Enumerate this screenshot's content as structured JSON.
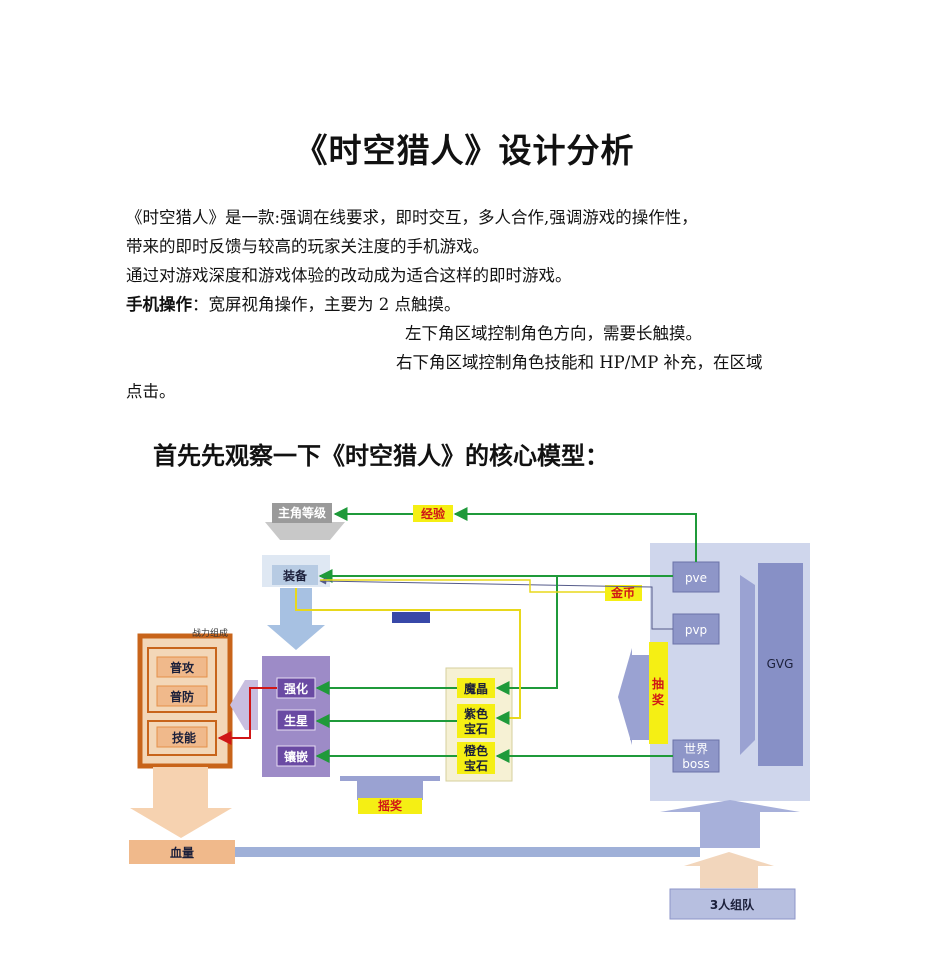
{
  "doc": {
    "title": "《时空猎人》设计分析",
    "intro_line1": "《时空猎人》是一款:强调在线要求，即时交互，多人合作,强调游戏的操作性，",
    "intro_line2": "带来的即时反馈与较高的玩家关注度的手机游戏。",
    "intro_line3": "通过对游戏深度和游戏体验的改动成为适合这样的即时游戏。",
    "ops_label": "手机操作",
    "ops_text": "：宽屏视角操作，主要为 2 点触摸。",
    "ops_left": "左下角区域控制角色方向，需要长触摸。",
    "ops_right_a": "右下角区域控制角色技能和 HP/MP 补充，在区域",
    "ops_right_b": "点击。",
    "section_heading": "首先先观察一下《时空猎人》的核心模型："
  },
  "diagram": {
    "level": "主角等级",
    "exp": "经验",
    "equip": "装备",
    "gold": "金币",
    "combat_title": "战力组成",
    "attack": "普攻",
    "defense": "普防",
    "skill": "技能",
    "strengthen": "强化",
    "star": "生星",
    "inlay": "镶嵌",
    "magic_crystal": "魔晶",
    "purple_gem_1": "紫色",
    "purple_gem_2": "宝石",
    "orange_gem_1": "橙色",
    "orange_gem_2": "宝石",
    "shake_lottery": "摇奖",
    "lottery_1": "抽",
    "lottery_2": "奖",
    "pve": "pve",
    "pvp": "pvp",
    "gvg": "GVG",
    "world_boss_1": "世界",
    "world_boss_2": "boss",
    "hp": "血量",
    "team": "3人组队"
  }
}
